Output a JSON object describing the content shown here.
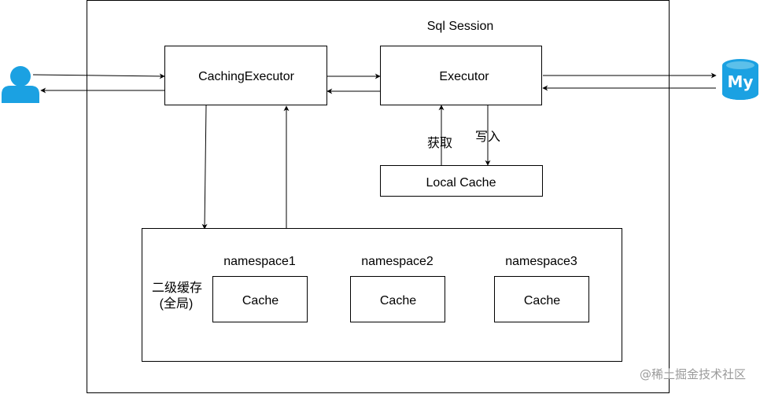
{
  "session": {
    "title": "Sql Session"
  },
  "nodes": {
    "caching_executor": "CachingExecutor",
    "executor": "Executor",
    "local_cache": "Local Cache"
  },
  "edge_labels": {
    "fetch": "获取",
    "write": "写入"
  },
  "second_level_cache": {
    "label_line1": "二级缓存",
    "label_line2": "(全局)",
    "namespaces": [
      {
        "name": "namespace1",
        "cache": "Cache"
      },
      {
        "name": "namespace2",
        "cache": "Cache"
      },
      {
        "name": "namespace3",
        "cache": "Cache"
      }
    ]
  },
  "icons": {
    "user": {
      "name": "user-icon",
      "color": "#1BA1E2"
    },
    "database": {
      "name": "mysql-database-icon",
      "label": "My",
      "color": "#1BA1E2"
    }
  },
  "watermark": "@稀土掘金技术社区"
}
